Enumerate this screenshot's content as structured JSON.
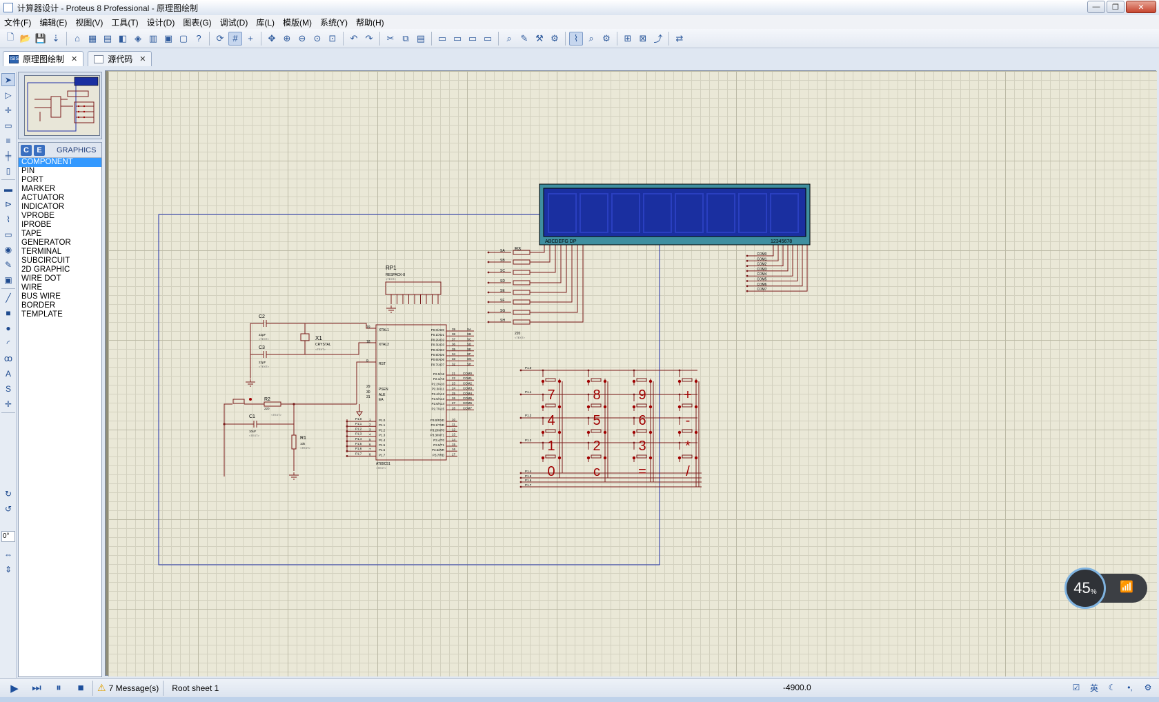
{
  "window": {
    "title": "计算器设计 - Proteus 8 Professional - 原理图绘制"
  },
  "menu": [
    "文件(F)",
    "编辑(E)",
    "视图(V)",
    "工具(T)",
    "设计(D)",
    "图表(G)",
    "调试(D)",
    "库(L)",
    "模版(M)",
    "系统(Y)",
    "帮助(H)"
  ],
  "tabs": [
    {
      "label": "原理图绘制",
      "active": true
    },
    {
      "label": "源代码",
      "active": false
    }
  ],
  "mode_panel": {
    "header_label": "GRAPHICS",
    "c_icon": "C",
    "e_icon": "E",
    "items": [
      "COMPONENT",
      "PIN",
      "PORT",
      "MARKER",
      "ACTUATOR",
      "INDICATOR",
      "VPROBE",
      "IPROBE",
      "TAPE",
      "GENERATOR",
      "TERMINAL",
      "SUBCIRCUIT",
      "2D GRAPHIC",
      "WIRE DOT",
      "WIRE",
      "BUS WIRE",
      "BORDER",
      "TEMPLATE"
    ],
    "selected": "COMPONENT"
  },
  "toolstrip": {
    "rotation_value": "0°"
  },
  "schematic": {
    "labels": {
      "rp1": "RP1",
      "rp1_type": "RESPACK-8",
      "c2": "C2",
      "c3": "C3",
      "c1": "C1",
      "x1": "X1",
      "x1_type": "CRYSTAL",
      "r1": "R1",
      "r2": "R2",
      "r3": "R3",
      "c_val": "22pF",
      "c1_val": "10uF",
      "r1_val": "10k",
      "r2_val": "220",
      "r3_val": "220",
      "text_placeholder": "<TEXT>",
      "mcu_part": "AT89C51",
      "xtal1": "XTAL1",
      "xtal2": "XTAL2",
      "rst": "RST",
      "psen": "PSEN",
      "ale": "ALE",
      "ea": "EA",
      "pin_19": "19",
      "pin_18": "18",
      "pin_9": "9",
      "pin_29": "29",
      "pin_30": "30",
      "pin_31": "31",
      "lcd_left": "ABCDEFG DP",
      "lcd_right": "12345678"
    },
    "p0_pins": [
      "P0.0/AD0",
      "P0.1/AD1",
      "P0.2/AD2",
      "P0.3/AD3",
      "P0.4/AD4",
      "P0.5/AD5",
      "P0.6/AD6",
      "P0.7/AD7"
    ],
    "p0_nums": [
      "39",
      "38",
      "37",
      "36",
      "35",
      "34",
      "33",
      "32"
    ],
    "p2_pins": [
      "P2.0/A8",
      "P2.1/A9",
      "P2.2/A10",
      "P2.3/A11",
      "P2.4/A12",
      "P2.5/A13",
      "P2.6/A14",
      "P2.7/A15"
    ],
    "p2_nums": [
      "21",
      "22",
      "23",
      "24",
      "25",
      "26",
      "27",
      "28"
    ],
    "p3_pins": [
      "P3.0/RXD",
      "P3.1/TXD",
      "P3.2/INT0",
      "P3.3/INT1",
      "P3.4/T0",
      "P3.5/T1",
      "P3.6/WR",
      "P3.7/RD"
    ],
    "p3_nums": [
      "10",
      "11",
      "12",
      "13",
      "14",
      "15",
      "16",
      "17"
    ],
    "p1_pins": [
      "P1.0",
      "P1.1",
      "P1.2",
      "P1.3",
      "P1.4",
      "P1.5",
      "P1.6",
      "P1.7"
    ],
    "p1_nums": [
      "1",
      "2",
      "3",
      "4",
      "5",
      "6",
      "7",
      "8"
    ],
    "seg_nets": [
      "SA",
      "SB",
      "SC",
      "SD",
      "SE",
      "SF",
      "SG",
      "SH"
    ],
    "com_nets": [
      "COM0",
      "COM1",
      "COM2",
      "COM3",
      "COM4",
      "COM5",
      "COM6",
      "COM7"
    ],
    "p1_nets": [
      "P1.0",
      "P1.1",
      "P1.2",
      "P1.3",
      "P1.4",
      "P1.5",
      "P1.6",
      "P1.7"
    ],
    "keypad": [
      [
        "7",
        "8",
        "9",
        "+"
      ],
      [
        "4",
        "5",
        "6",
        "-"
      ],
      [
        "1",
        "2",
        "3",
        "*"
      ],
      [
        "0",
        "c",
        "=",
        "/"
      ]
    ]
  },
  "status": {
    "messages": "7 Message(s)",
    "sheet": "Root sheet 1",
    "coordinate": "-4900.0",
    "battery": "45",
    "battery_unit": "%",
    "ime": "英"
  },
  "colors": {
    "schematic_line": "#7a1a1a",
    "border_wire": "#1e2ea8",
    "lcd_body": "#1a2fa0",
    "lcd_frame": "#3f8fa0",
    "key_red": "#a00000",
    "sheet_bg": "#eae8d7"
  }
}
